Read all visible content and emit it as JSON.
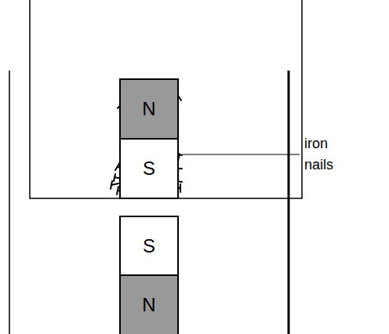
{
  "diagram": {
    "nodes": [
      {
        "text": [
          "N"
        ]
      },
      {
        "text": [
          "S"
        ]
      },
      {
        "text": [
          "S"
        ]
      },
      {
        "text": [
          "N"
        ]
      }
    ],
    "labels": [
      "iron nails"
    ]
  }
}
